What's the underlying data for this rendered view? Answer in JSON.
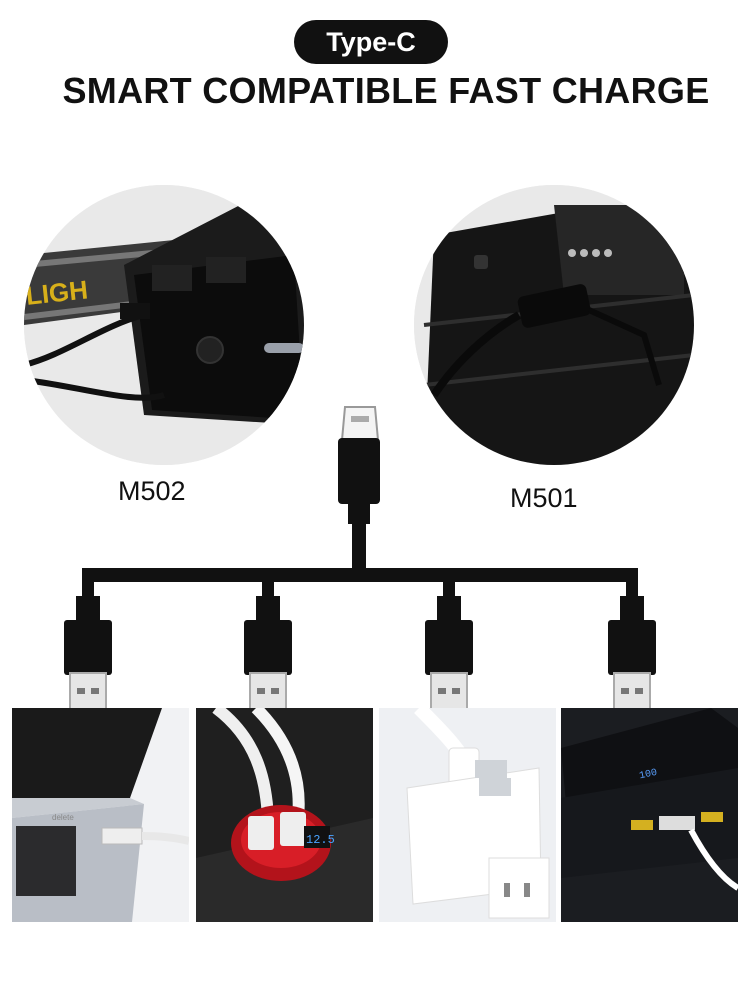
{
  "header": {
    "badge": "Type-C",
    "headline": "SMART COMPATIBLE FAST CHARGE"
  },
  "products": [
    {
      "label": "M502"
    },
    {
      "label": "M501"
    }
  ],
  "devices": [
    {
      "name": "laptop",
      "screen_text": "delete"
    },
    {
      "name": "car-charger",
      "display_text": "12.5"
    },
    {
      "name": "wall-adapter"
    },
    {
      "name": "power-bank",
      "display_text": "100"
    }
  ]
}
